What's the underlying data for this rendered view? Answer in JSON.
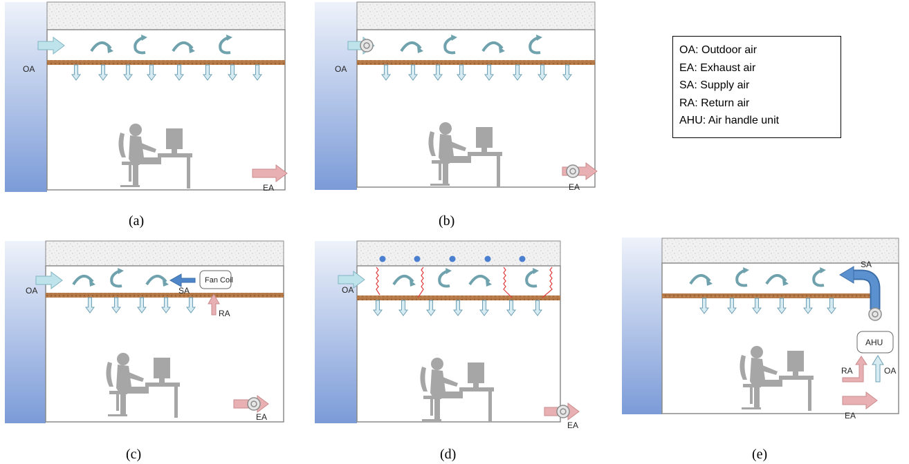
{
  "legend": [
    "OA: Outdoor air",
    "EA: Exhaust air",
    "SA: Supply air",
    "RA: Return air",
    "AHU: Air handle unit"
  ],
  "panels": [
    {
      "caption": "(a)",
      "oa": "OA",
      "ea": "EA"
    },
    {
      "caption": "(b)",
      "oa": "OA",
      "ea": "EA"
    },
    {
      "caption": "(c)",
      "oa": "OA",
      "ea": "EA",
      "sa": "SA",
      "ra": "RA",
      "unit": "Fan Coil"
    },
    {
      "caption": "(d)",
      "oa": "OA",
      "ea": "EA"
    },
    {
      "caption": "(e)",
      "oa": "OA",
      "ea": "EA",
      "sa": "SA",
      "ra": "RA",
      "unit": "AHU"
    }
  ],
  "colors": {
    "wall_top": "#eef2fa",
    "wall_bottom": "#7b9bd8",
    "oa_arrow": "#bfe3ea",
    "ea_arrow": "#e8b0b2",
    "slab": "#a86a3c",
    "person": "#a6a6a6",
    "sa_arrow": "#4f86c9",
    "radiant": "#e03a3a",
    "dot": "#4a7fd0"
  }
}
